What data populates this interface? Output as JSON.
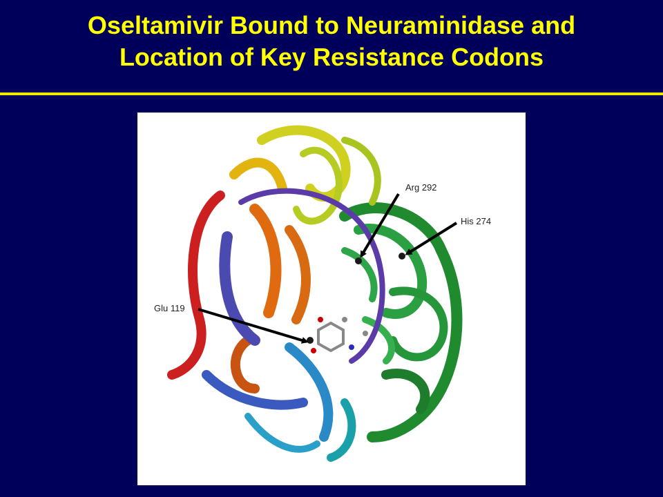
{
  "slide": {
    "title_line1": "Oseltamivir Bound to Neuraminidase and",
    "title_line2": "Location of Key Resistance Codons"
  },
  "figure": {
    "labels": {
      "arg292": "Arg 292",
      "his274": "His 274",
      "glu119": "Glu 119"
    }
  },
  "colors": {
    "background": "#00005a",
    "title": "#ffff00",
    "rule": "#f2e600"
  }
}
